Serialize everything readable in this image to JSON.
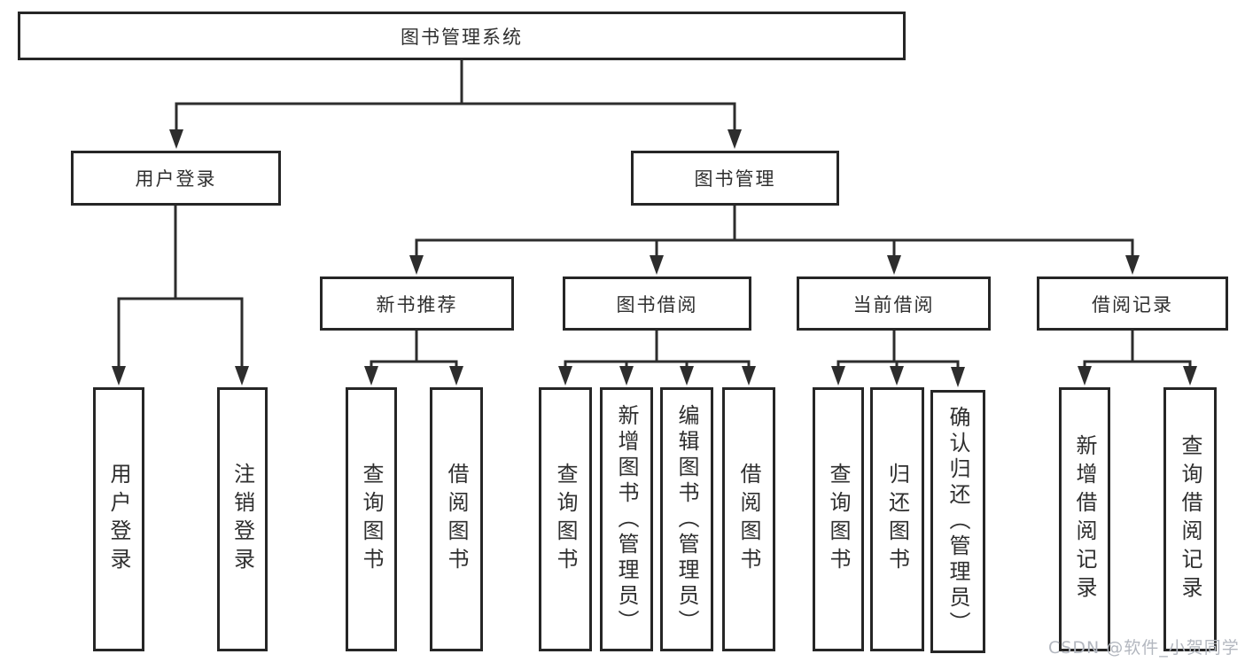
{
  "diagram": {
    "root": {
      "label": "图书管理系统"
    },
    "branches": [
      {
        "label": "用户登录",
        "children": [
          {
            "label": "用户登录"
          },
          {
            "label": "注销登录"
          }
        ]
      },
      {
        "label": "图书管理",
        "children": [
          {
            "label": "新书推荐",
            "children": [
              {
                "label": "查询图书"
              },
              {
                "label": "借阅图书"
              }
            ]
          },
          {
            "label": "图书借阅",
            "children": [
              {
                "label": "查询图书"
              },
              {
                "label": "新增图书（管理员）"
              },
              {
                "label": "编辑图书（管理员）"
              },
              {
                "label": "借阅图书"
              }
            ]
          },
          {
            "label": "当前借阅",
            "children": [
              {
                "label": "查询图书"
              },
              {
                "label": "归还图书"
              },
              {
                "label": "确认归还（管理员）"
              }
            ]
          },
          {
            "label": "借阅记录",
            "children": [
              {
                "label": "新增借阅记录"
              },
              {
                "label": "查询借阅记录"
              }
            ]
          }
        ]
      }
    ]
  },
  "watermark": {
    "text": "CSDN @软件_小贺同学"
  },
  "colors": {
    "line": "#2d2d2d",
    "box_border": "#262626",
    "text": "#2f2f2f",
    "background": "#ffffff",
    "watermark": "#b3b7bf"
  }
}
